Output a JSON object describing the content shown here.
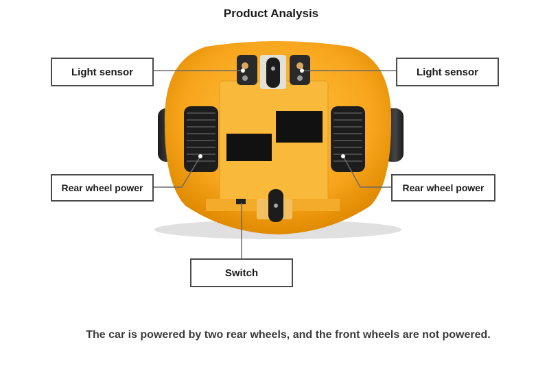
{
  "title": "Product Analysis",
  "labels": {
    "light_sensor_left": "Light sensor",
    "light_sensor_right": "Light sensor",
    "rear_wheel_left": "Rear wheel power",
    "rear_wheel_right": "Rear wheel power",
    "switch": "Switch"
  },
  "caption": "The car is powered by two rear wheels, and the front wheels are not powered.",
  "colors": {
    "body": "#f7a51c",
    "panel": "#f9b93a",
    "tire": "#2a2a2a"
  }
}
